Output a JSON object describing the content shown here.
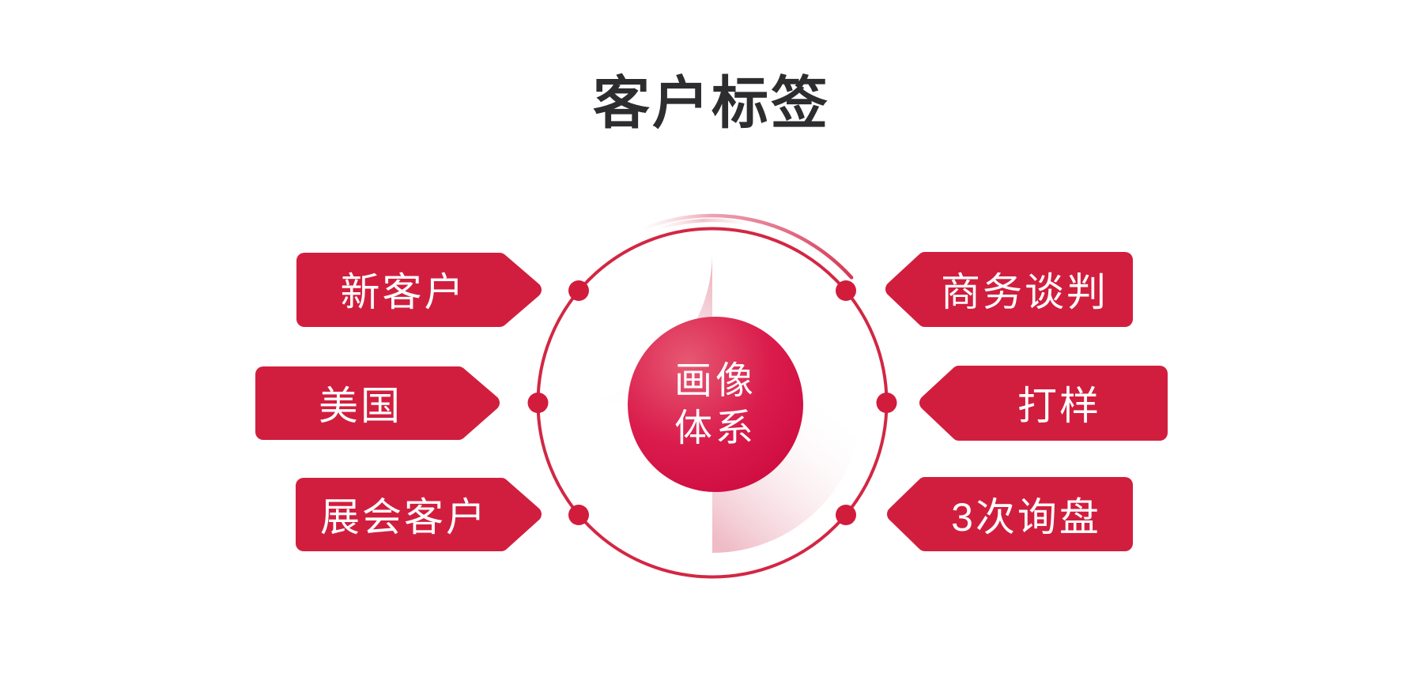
{
  "title": "客户标签",
  "center": {
    "line1": "画像",
    "line2": "体系"
  },
  "left_tags": [
    "新客户",
    "美国",
    "展会客户"
  ],
  "right_tags": [
    "商务谈判",
    "打样",
    "3次询盘"
  ],
  "colors": {
    "primary_red": "#D21E3E",
    "ring_red": "#D22744",
    "dot_red": "#D21C3C",
    "center_grad_start": "#E65972",
    "center_grad_mid": "#DA1C4C",
    "center_grad_end": "#C70139",
    "wedge_pink": "#DE7188",
    "title_color": "#2D2D30",
    "tag_text": "#FFFFFF"
  }
}
